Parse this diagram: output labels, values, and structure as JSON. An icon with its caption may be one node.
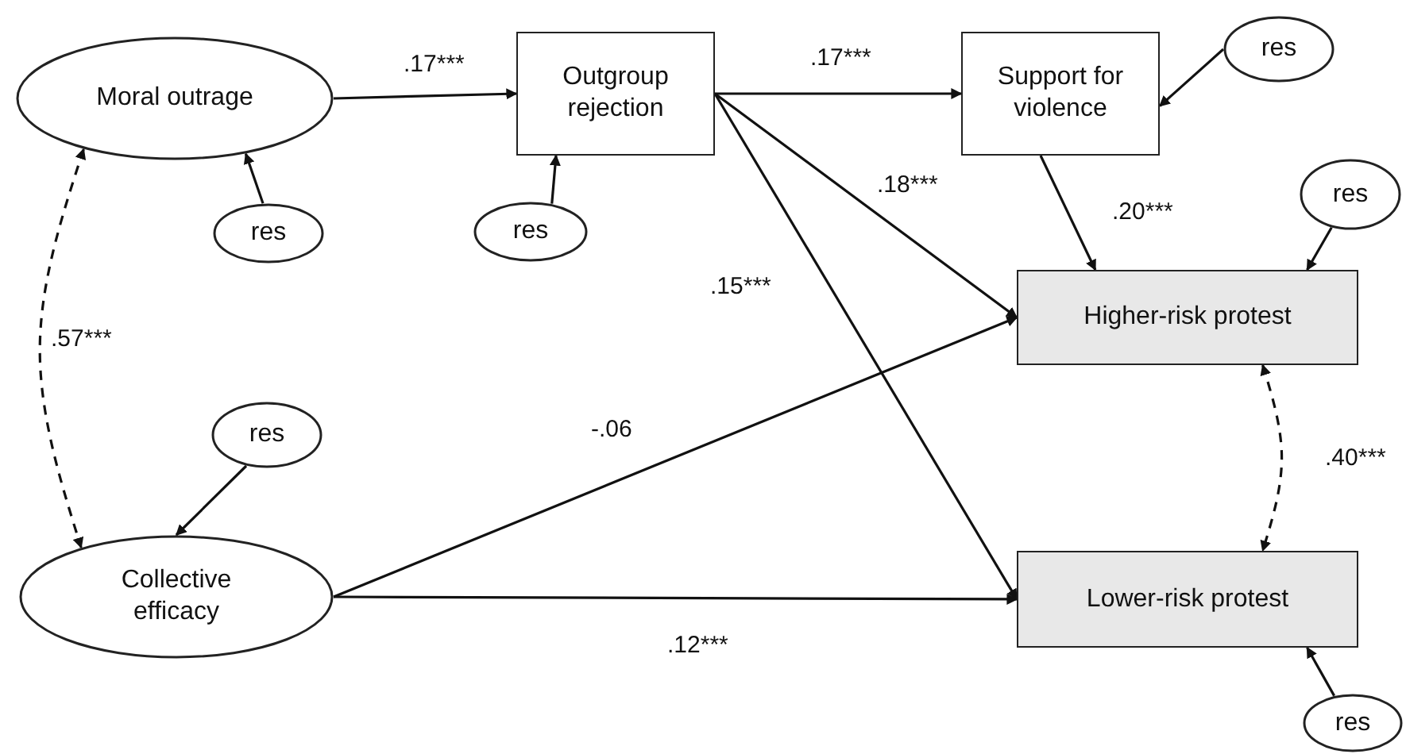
{
  "diagram": {
    "nodes": [
      {
        "text": [
          "Moral outrage"
        ]
      },
      {
        "text": [
          "res"
        ]
      },
      {
        "text": [
          "Outgroup rejection"
        ]
      },
      {
        "text": [
          "res"
        ]
      },
      {
        "text": [
          "Support for violence"
        ]
      },
      {
        "text": [
          "res"
        ]
      },
      {
        "text": [
          "res"
        ]
      },
      {
        "text": [
          "Higher-risk protest"
        ]
      },
      {
        "text": [
          "Collective efficacy"
        ]
      },
      {
        "text": [
          "res"
        ]
      },
      {
        "text": [
          "Lower-risk protest"
        ]
      },
      {
        "text": [
          "res"
        ]
      }
    ],
    "edges": [
      {
        "from": 0,
        "to": 2,
        "arrow": "to",
        "label": ".17***"
      },
      {
        "from": 2,
        "to": 4,
        "arrow": "to",
        "label": ".17***"
      },
      {
        "from": 2,
        "to": 7,
        "arrow": "to",
        "label": ".18***"
      },
      {
        "from": 2,
        "to": 10,
        "arrow": "to",
        "label": ".15***"
      },
      {
        "from": 4,
        "to": 7,
        "arrow": "to",
        "label": ".20***"
      },
      {
        "from": 8,
        "to": 7,
        "arrow": "to",
        "label": "-.06"
      },
      {
        "from": 8,
        "to": 10,
        "arrow": "to",
        "label": ".12***"
      },
      {
        "from": 0,
        "to": 8,
        "arrow": "both",
        "style": "dashed",
        "label": ".57***"
      },
      {
        "from": 7,
        "to": 10,
        "arrow": "both",
        "style": "dashed",
        "label": ".40***"
      },
      {
        "from": 1,
        "to": 0,
        "arrow": "to"
      },
      {
        "from": 3,
        "to": 2,
        "arrow": "to"
      },
      {
        "from": 5,
        "to": 4,
        "arrow": "to"
      },
      {
        "from": 6,
        "to": 7,
        "arrow": "to"
      },
      {
        "from": 9,
        "to": 8,
        "arrow": "to"
      },
      {
        "from": 11,
        "to": 10,
        "arrow": "to"
      }
    ]
  }
}
